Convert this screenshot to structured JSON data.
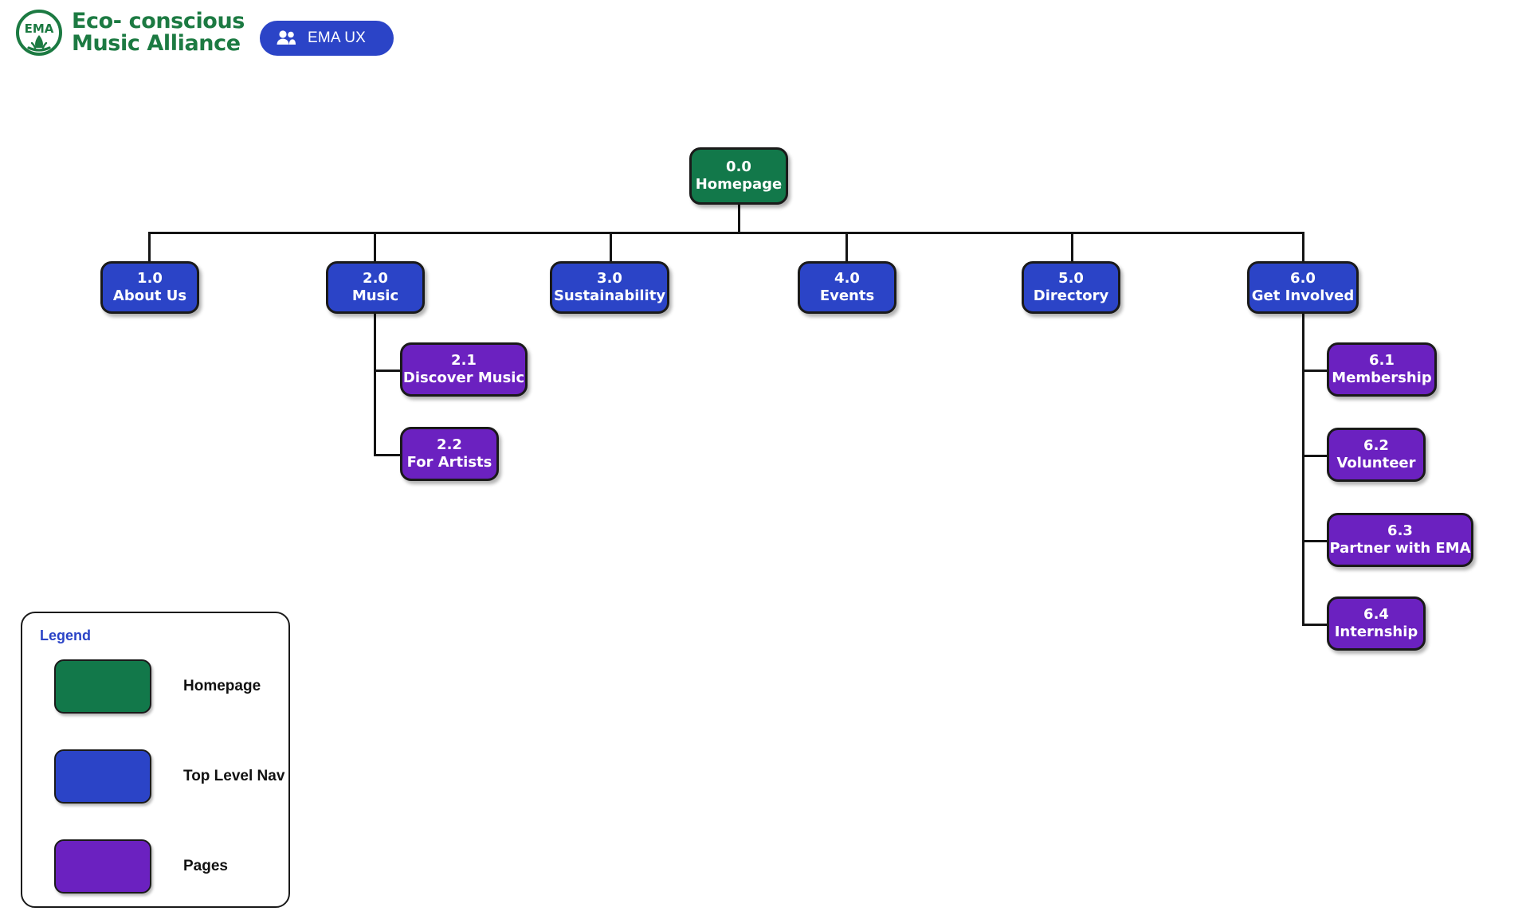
{
  "header": {
    "logo_icon": "ema-circle-leaf-logo",
    "logo_text": "Eco- conscious\nMusic Alliance",
    "brand_color": "#1C7A42",
    "button": {
      "label": "EMA UX",
      "icon": "people-group-icon",
      "color": "#2B44C7"
    }
  },
  "colors": {
    "homepage": "#12784A",
    "top_level_nav": "#2B44C7",
    "pages": "#6B21C0",
    "connector": "#141414",
    "border": "#1a1a1a",
    "canvas": "#ffffff"
  },
  "sitemap": {
    "root": {
      "number": "0.0",
      "name": "Homepage",
      "type": "homepage"
    },
    "top_level": [
      {
        "number": "1.0",
        "name": "About Us",
        "type": "top_level_nav",
        "children": []
      },
      {
        "number": "2.0",
        "name": "Music",
        "type": "top_level_nav",
        "children": [
          {
            "number": "2.1",
            "name": "Discover Music",
            "type": "pages"
          },
          {
            "number": "2.2",
            "name": "For Artists",
            "type": "pages"
          }
        ]
      },
      {
        "number": "3.0",
        "name": "Sustainability",
        "type": "top_level_nav",
        "children": []
      },
      {
        "number": "4.0",
        "name": "Events",
        "type": "top_level_nav",
        "children": []
      },
      {
        "number": "5.0",
        "name": "Directory",
        "type": "top_level_nav",
        "children": []
      },
      {
        "number": "6.0",
        "name": "Get Involved",
        "type": "top_level_nav",
        "children": [
          {
            "number": "6.1",
            "name": "Membership",
            "type": "pages"
          },
          {
            "number": "6.2",
            "name": "Volunteer",
            "type": "pages"
          },
          {
            "number": "6.3",
            "name": "Partner with EMA",
            "type": "pages"
          },
          {
            "number": "6.4",
            "name": "Internship",
            "type": "pages"
          }
        ]
      }
    ]
  },
  "legend": {
    "title": "Legend",
    "items": [
      {
        "label": "Homepage",
        "type": "homepage"
      },
      {
        "label": "Top Level Nav",
        "type": "top_level_nav"
      },
      {
        "label": "Pages",
        "type": "pages"
      }
    ]
  }
}
